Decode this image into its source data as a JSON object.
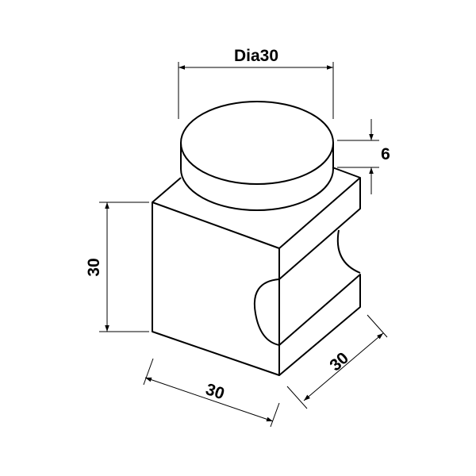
{
  "drawing": {
    "title": "Isometric drawing of knob with cylindrical cap",
    "line_color": "#000000",
    "background": "#ffffff"
  },
  "dimensions": {
    "cap_diameter": "Dia30",
    "cap_height": "6",
    "body_height": "30",
    "body_width": "30",
    "body_depth": "30"
  }
}
